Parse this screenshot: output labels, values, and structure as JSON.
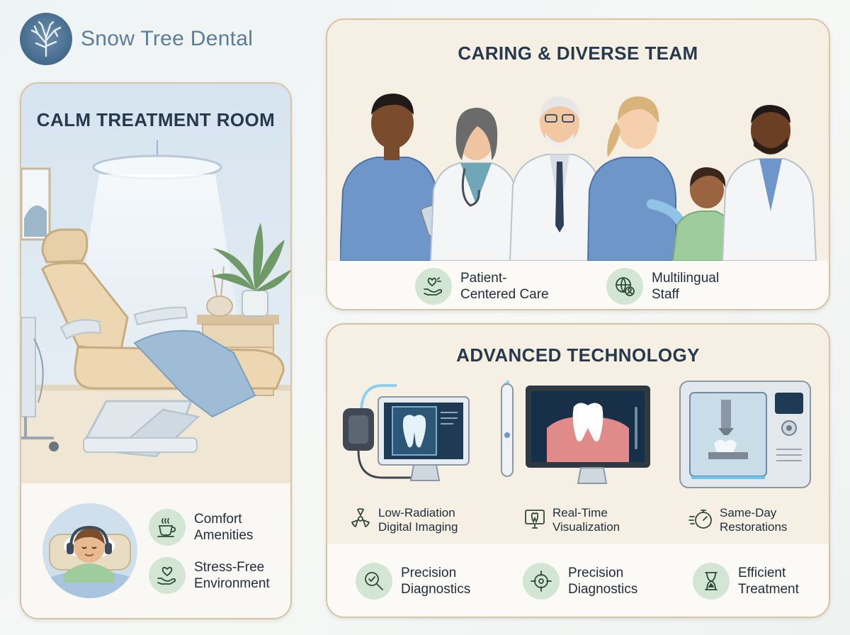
{
  "brand": {
    "name": "Snow Tree Dental",
    "logo_icon": "tree-icon"
  },
  "calm": {
    "title": "CALM TREATMENT ROOM",
    "features": [
      {
        "label": "Comfort\nAmenities",
        "icon": "coffee-cup-icon"
      },
      {
        "label": "Stress-Free\nEnvironment",
        "icon": "heart-hand-icon"
      }
    ]
  },
  "team": {
    "title": "CARING & DIVERSE TEAM",
    "features": [
      {
        "label": "Patient-\nCentered Care",
        "icon": "heart-hand-icon"
      },
      {
        "label": "Multilingual\nStaff",
        "icon": "globe-person-icon"
      }
    ]
  },
  "tech": {
    "title": "ADVANCED TECHNOLOGY",
    "items": [
      {
        "label": "Low-Radiation\nDigital Imaging",
        "icon": "radiation-icon"
      },
      {
        "label": "Real-Time\nVisualization",
        "icon": "monitor-tooth-icon"
      },
      {
        "label": "Same-Day\nRestorations",
        "icon": "stopwatch-icon"
      }
    ],
    "benefits": [
      {
        "label": "Precision\nDiagnostics",
        "icon": "magnifier-check-icon"
      },
      {
        "label": "Precision\nDiagnostics",
        "icon": "target-icon"
      },
      {
        "label": "Efficient\nTreatment",
        "icon": "hourglass-icon"
      }
    ]
  },
  "colors": {
    "accent_green": "#d3e6d4",
    "card_bg": "#f6efe3",
    "border": "#d8c4a2",
    "title": "#27394d"
  }
}
